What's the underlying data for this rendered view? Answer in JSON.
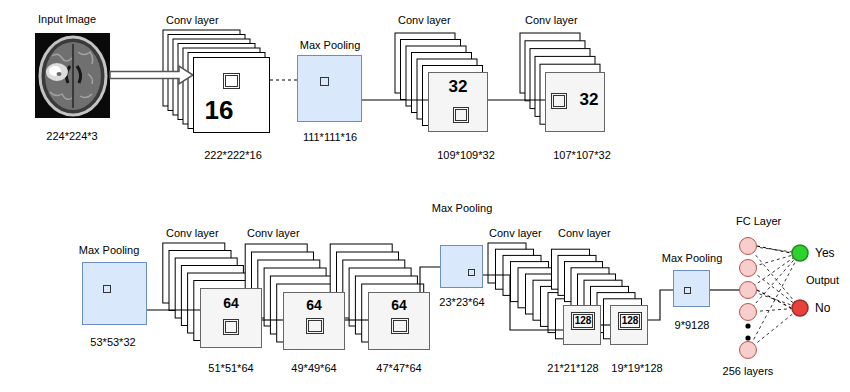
{
  "diagram": {
    "nodes": [
      {
        "text": [
          "Input Image",
          "224*224*3"
        ]
      },
      {
        "text": [
          "Conv layer",
          "16",
          "222*222*16"
        ]
      },
      {
        "text": [
          "Max Pooling",
          "111*111*16"
        ]
      },
      {
        "text": [
          "Conv layer",
          "32",
          "109*109*32"
        ]
      },
      {
        "text": [
          "Conv layer",
          "32",
          "107*107*32"
        ]
      },
      {
        "text": [
          "Max Pooling",
          "53*53*32"
        ]
      },
      {
        "text": [
          "Conv layer",
          "64",
          "51*51*64"
        ]
      },
      {
        "text": [
          "Conv layer",
          "64",
          "49*49*64"
        ]
      },
      {
        "text": [
          "64",
          "47*47*64"
        ]
      },
      {
        "text": [
          "Max Pooling",
          "23*23*64"
        ]
      },
      {
        "text": [
          "Conv layer",
          "128",
          "21*21*128"
        ]
      },
      {
        "text": [
          "Conv layer",
          "128",
          "19*19*128"
        ]
      },
      {
        "text": [
          "Max Pooling",
          "9*9128"
        ]
      },
      {
        "text": [
          "FC Layer",
          "256 layers"
        ]
      },
      {
        "text": [
          "Yes"
        ]
      },
      {
        "text": [
          "No"
        ]
      }
    ],
    "edges": [
      {
        "from": 0,
        "to": 1,
        "arrow": "to"
      },
      {
        "from": 1,
        "to": 2,
        "arrow": "none"
      },
      {
        "from": 2,
        "to": 3,
        "arrow": "none"
      },
      {
        "from": 3,
        "to": 4,
        "arrow": "none"
      },
      {
        "from": 5,
        "to": 6,
        "arrow": "none"
      },
      {
        "from": 6,
        "to": 7,
        "arrow": "none"
      },
      {
        "from": 7,
        "to": 8,
        "arrow": "none"
      },
      {
        "from": 8,
        "to": 9,
        "arrow": "none"
      },
      {
        "from": 9,
        "to": 10,
        "arrow": "none"
      },
      {
        "from": 10,
        "to": 11,
        "arrow": "none"
      },
      {
        "from": 11,
        "to": 12,
        "arrow": "none"
      },
      {
        "from": 12,
        "to": 13,
        "arrow": "none"
      },
      {
        "from": 13,
        "to": 14,
        "arrow": "none"
      },
      {
        "from": 13,
        "to": 15,
        "arrow": "none"
      }
    ],
    "labels": [
      "Output"
    ]
  }
}
